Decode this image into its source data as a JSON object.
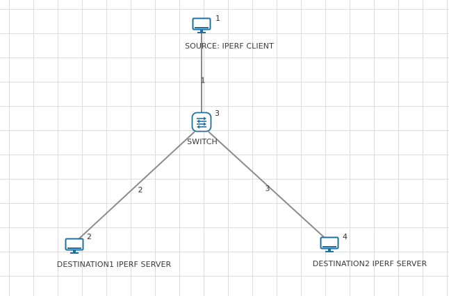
{
  "nodes": {
    "source": {
      "id": "1",
      "label": "SOURCE: IPERF CLIENT",
      "icon": "desktop-icon"
    },
    "switch": {
      "id": "3",
      "label": "SWITCH",
      "icon": "switch-icon"
    },
    "dest1": {
      "id": "2",
      "label": "DESTINATION1 IPERF SERVER",
      "icon": "desktop-icon"
    },
    "dest2": {
      "id": "4",
      "label": "DESTINATION2 IPERF SERVER",
      "icon": "desktop-icon"
    }
  },
  "links": {
    "source_switch": {
      "label": "1"
    },
    "switch_dest1": {
      "label": "2"
    },
    "switch_dest2": {
      "label": "3"
    }
  },
  "colors": {
    "icon": "#1f6f9c",
    "link": "#8a8a8a",
    "grid": "#dcdcdc"
  }
}
